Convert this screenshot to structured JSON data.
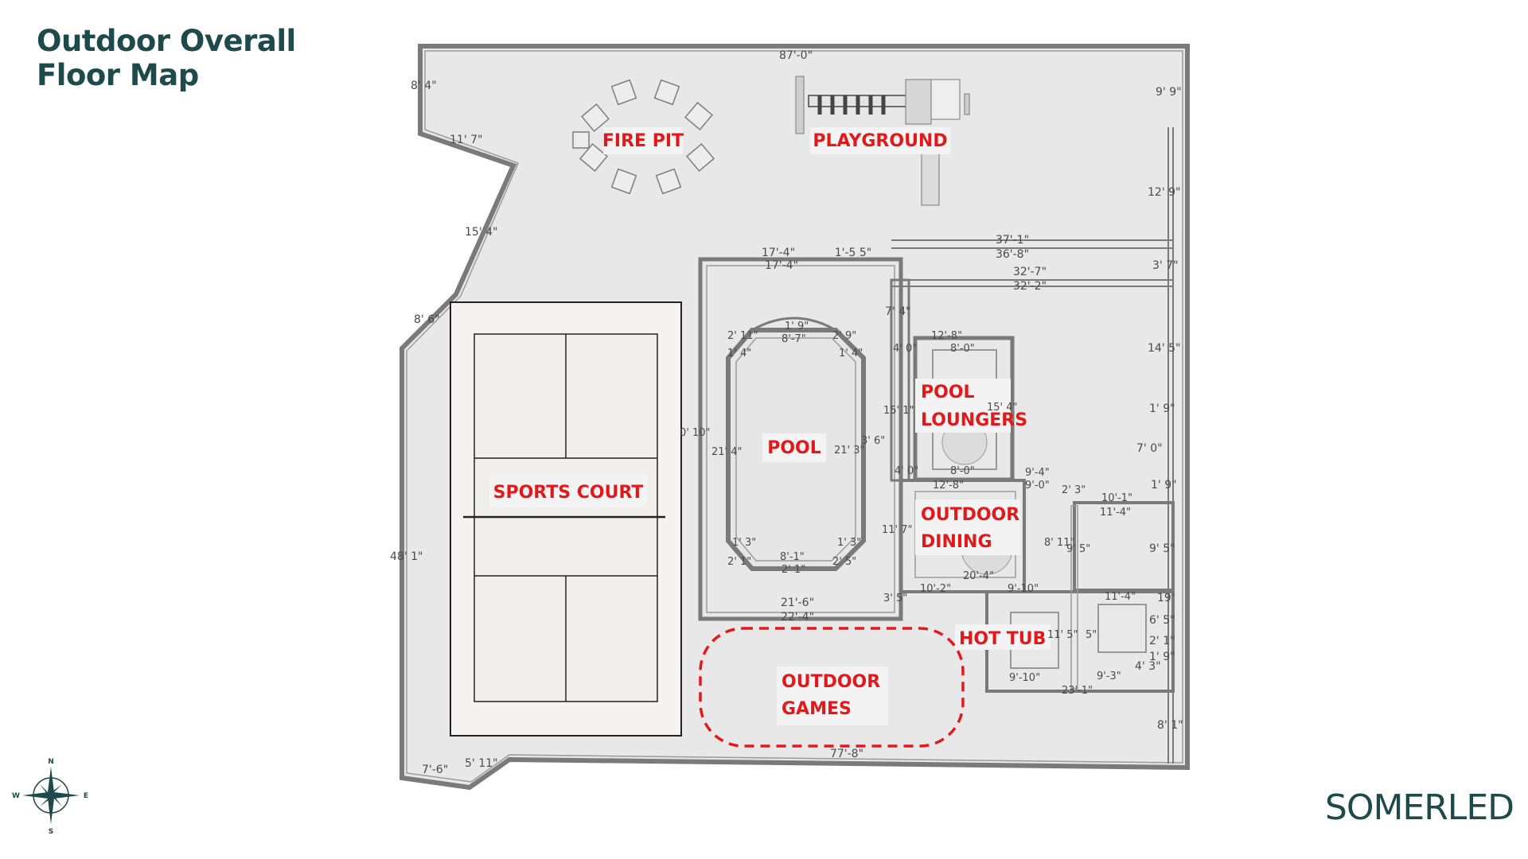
{
  "title": {
    "line1": "Outdoor Overall",
    "line2": "Floor Map"
  },
  "brand": "SOMERLED",
  "compass": {
    "n": "N",
    "s": "S",
    "e": "E",
    "w": "W"
  },
  "zones": {
    "fire_pit": "FIRE PIT",
    "playground": "PLAYGROUND",
    "pool": "POOL",
    "pool_loungers_1": "POOL",
    "pool_loungers_2": "LOUNGERS",
    "sports_court": "SPORTS COURT",
    "outdoor_dining_1": "OUTDOOR",
    "outdoor_dining_2": "DINING",
    "hot_tub": "HOT TUB",
    "outdoor_games_1": "OUTDOOR",
    "outdoor_games_2": "GAMES"
  },
  "dimensions": {
    "top_width": "87'-0\"",
    "top_left": "8' 4\"",
    "diag_1": "11' 7\"",
    "diag_2": "15' 4\"",
    "left_upper": "8' 6\"",
    "left_side": "48' 1\"",
    "bottom_left_1": "7'-6\"",
    "bottom_left_2": "5' 11\"",
    "bottom_width": "77'-8\"",
    "right_top": "9' 9\"",
    "right_2": "12' 9\"",
    "right_3": "3' 7\"",
    "right_4": "14' 5\"",
    "right_5": "1' 9\"",
    "right_6": "7' 0\"",
    "right_7": "1' 9\"",
    "right_8": "9' 5\"",
    "right_9": "19'",
    "right_10": "6' 5\"",
    "right_11": "2' 1\"",
    "right_12": "1' 9\"",
    "right_13": "4' 3\"",
    "right_14": "8' 1\"",
    "mid_37": "37'-1\"",
    "mid_36": "36'-8\"",
    "mid_32a": "32'-7\"",
    "mid_32b": "32'-2\"",
    "pool_top_1": "17'-4\"",
    "pool_top_2": "17'-4\"",
    "pool_top_3": "1'-5 5\"",
    "pool_7_4": "7' 4\"",
    "pool_oval_1": "1' 9\"",
    "pool_oval_2": "8'-7\"",
    "pool_oval_3": "2' 11\"",
    "pool_oval_4": "2' 9\"",
    "pool_oval_5": "1' 4\"",
    "pool_oval_6": "1' 4\"",
    "pool_left_1": "0' 10\"",
    "pool_left_2": "21' 4\"",
    "pool_right_1": "21' 3\"",
    "pool_right_2": "3' 6\"",
    "pool_bot_1": "1' 3\"",
    "pool_bot_2": "8'-1\"",
    "pool_bot_3": "1' 3\"",
    "pool_bot_4": "2' 1\"",
    "pool_bot_5": "2' 1\"",
    "pool_bot_6": "2' 5\"",
    "pool_deck_1": "21'-6\"",
    "pool_deck_2": "22'-4\"",
    "lng_1": "12'-8\"",
    "lng_2": "4' 0\"",
    "lng_3": "8'-0\"",
    "lng_4": "15' 1\"",
    "lng_5": "15' 4\"",
    "lng_6": "4' 0\"",
    "lng_7": "8'-0\"",
    "lng_8": "12'-8\"",
    "lng_9": "9'-4\"",
    "lng_10": "9'-0\"",
    "din_1": "2' 3\"",
    "din_2": "10'-1\"",
    "din_3": "11'-4\"",
    "din_4": "11' 7\"",
    "din_5": "8' 11\"",
    "din_6": "9' 5\"",
    "din_7": "20'-4\"",
    "din_8": "10'-2\"",
    "din_9": "3' 5\"",
    "din_10": "9'-10\"",
    "ht_1": "11'-4\"",
    "ht_2": "11' 5\"",
    "ht_3": "5\"",
    "ht_4": "9'-10\"",
    "ht_5": "9'-3\"",
    "ht_6": "23'-1\""
  }
}
